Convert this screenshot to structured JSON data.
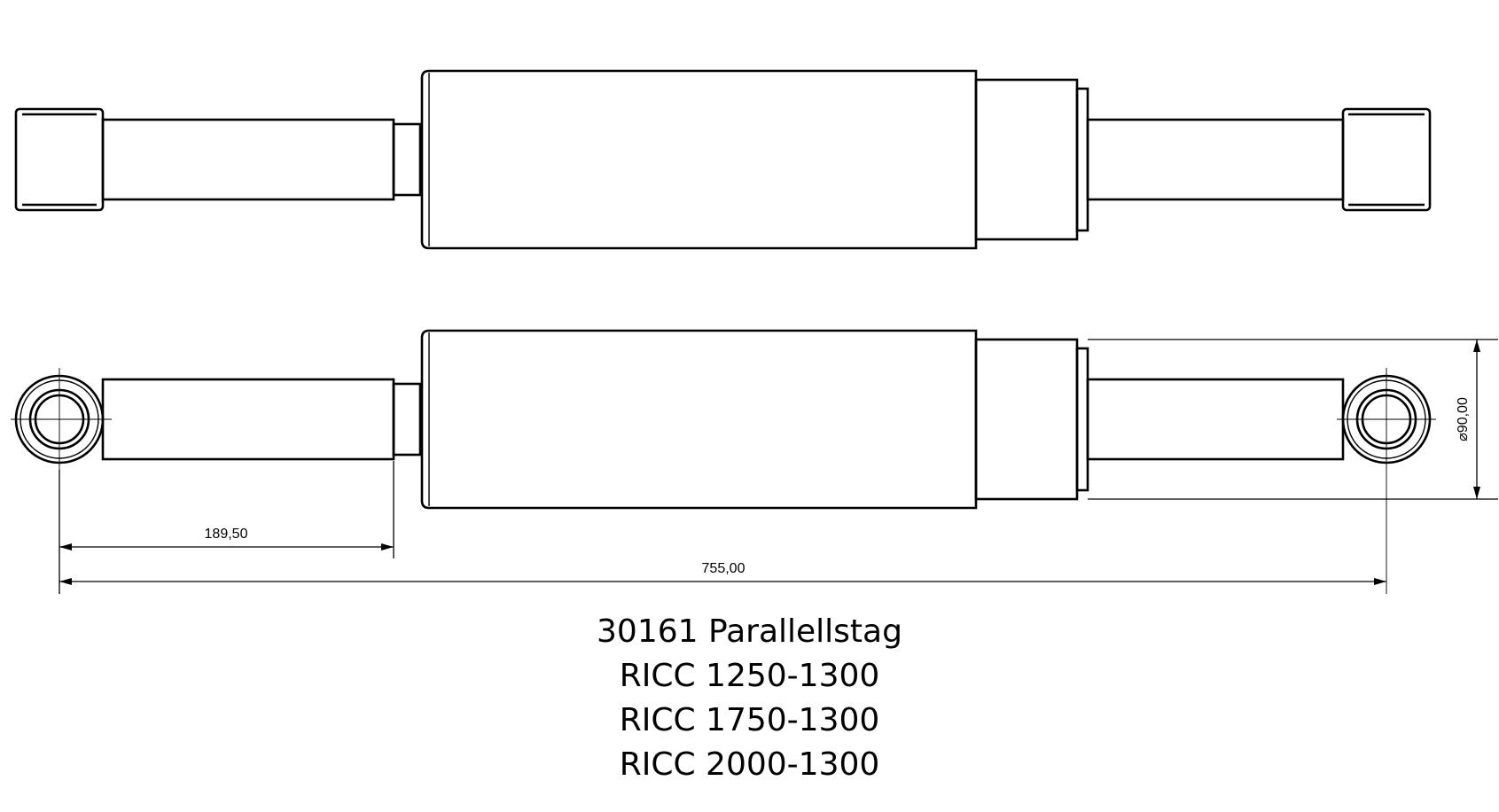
{
  "dimensions": {
    "rod_length": "189,50",
    "overall_length": "755,00",
    "diameter": "⌀90,00"
  },
  "caption": {
    "part_title": "30161 Parallellstag",
    "models": [
      "RICC 1250-1300",
      "RICC 1750-1300",
      "RICC 2000-1300"
    ]
  }
}
